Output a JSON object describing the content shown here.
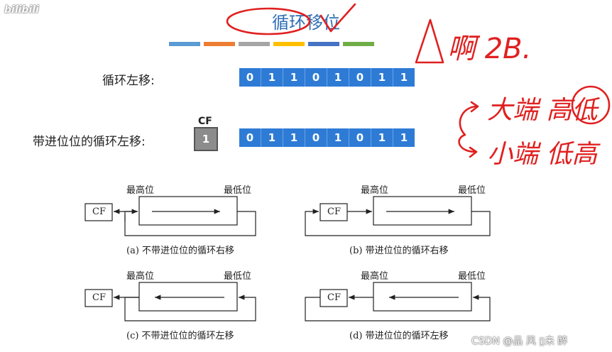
{
  "slide": {
    "title": "循环移位",
    "color_bars": [
      "#5b9bd5",
      "#ed7d31",
      "#a5a5a5",
      "#ffc000",
      "#4472c4",
      "#70ad47"
    ],
    "rotate_left": {
      "label": "循环左移:",
      "bits": [
        "0",
        "1",
        "1",
        "0",
        "1",
        "0",
        "1",
        "1"
      ]
    },
    "rotate_left_carry": {
      "label": "带进位位的循环左移:",
      "cf_label": "CF",
      "cf_value": "1",
      "bits": [
        "0",
        "1",
        "1",
        "0",
        "1",
        "0",
        "1",
        "1"
      ]
    },
    "diagrams": [
      {
        "cf": "CF",
        "msb": "最高位",
        "lsb": "最低位",
        "caption": "(a) 不带进位位的循环右移"
      },
      {
        "cf": "CF",
        "msb": "最高位",
        "lsb": "最低位",
        "caption": "(b) 带进位位的循环右移"
      },
      {
        "cf": "CF",
        "msb": "最高位",
        "lsb": "最低位",
        "caption": "(c) 不带进位位的循环左移"
      },
      {
        "cf": "CF",
        "msb": "最高位",
        "lsb": "最低位",
        "caption": "(d) 带进位位的循环左移"
      }
    ]
  },
  "annotations": {
    "ink_color": "#e02020",
    "line1": "啊 2B.",
    "line2": "大端 高低",
    "line3": "小端 低高"
  },
  "watermarks": {
    "top_left": "bilibili",
    "bottom_right": "CSDN @品 风 ▯未 醉"
  }
}
